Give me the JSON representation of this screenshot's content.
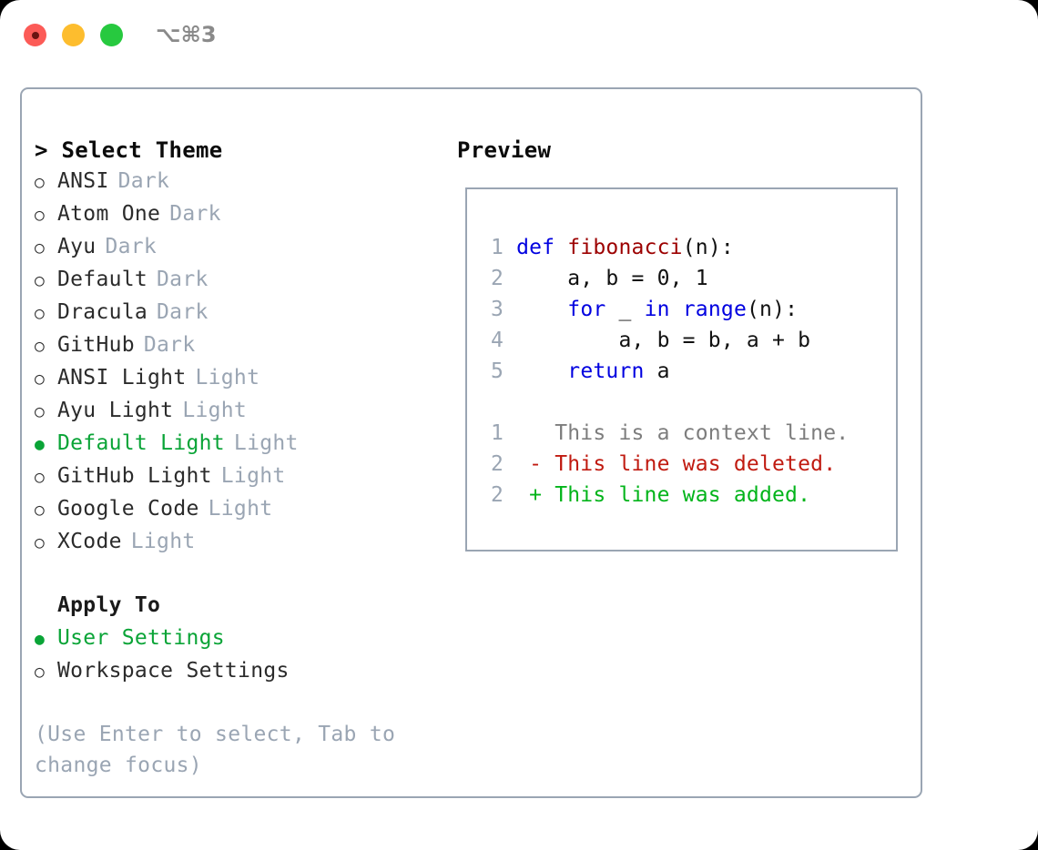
{
  "titlebar": {
    "shortcut": "⌥⌘3",
    "lights": [
      {
        "name": "close",
        "color": "#fc5b57"
      },
      {
        "name": "minimize",
        "color": "#fdbd2e"
      },
      {
        "name": "zoom",
        "color": "#27c93f"
      }
    ]
  },
  "theme_picker": {
    "header": "> Select Theme",
    "items": [
      {
        "bullet": "○",
        "label": "ANSI",
        "tag": "Dark",
        "selected": false
      },
      {
        "bullet": "○",
        "label": "Atom One",
        "tag": "Dark",
        "selected": false
      },
      {
        "bullet": "○",
        "label": "Ayu",
        "tag": "Dark",
        "selected": false
      },
      {
        "bullet": "○",
        "label": "Default",
        "tag": "Dark",
        "selected": false
      },
      {
        "bullet": "○",
        "label": "Dracula",
        "tag": "Dark",
        "selected": false
      },
      {
        "bullet": "○",
        "label": "GitHub",
        "tag": "Dark",
        "selected": false
      },
      {
        "bullet": "○",
        "label": "ANSI Light",
        "tag": "Light",
        "selected": false
      },
      {
        "bullet": "○",
        "label": "Ayu Light",
        "tag": "Light",
        "selected": false
      },
      {
        "bullet": "●",
        "label": "Default Light",
        "tag": "Light",
        "selected": true
      },
      {
        "bullet": "○",
        "label": "GitHub Light",
        "tag": "Light",
        "selected": false
      },
      {
        "bullet": "○",
        "label": "Google Code",
        "tag": "Light",
        "selected": false
      },
      {
        "bullet": "○",
        "label": "XCode",
        "tag": "Light",
        "selected": false
      }
    ]
  },
  "apply_to": {
    "header": "Apply To",
    "items": [
      {
        "bullet": "●",
        "label": "User Settings",
        "selected": true
      },
      {
        "bullet": "○",
        "label": "Workspace Settings",
        "selected": false
      }
    ]
  },
  "hint": "(Use Enter to select, Tab to change focus)",
  "preview": {
    "title": "Preview",
    "code_lines": [
      {
        "no": "1",
        "tokens": [
          {
            "t": "def",
            "c": "kw"
          },
          {
            "t": " ",
            "c": "pl"
          },
          {
            "t": "fibonacci",
            "c": "fn"
          },
          {
            "t": "(n):",
            "c": "pl"
          }
        ]
      },
      {
        "no": "2",
        "tokens": [
          {
            "t": "    a, b = 0, 1",
            "c": "pl"
          }
        ]
      },
      {
        "no": "3",
        "tokens": [
          {
            "t": "    ",
            "c": "pl"
          },
          {
            "t": "for",
            "c": "kw"
          },
          {
            "t": " _ ",
            "c": "pl"
          },
          {
            "t": "in",
            "c": "kw"
          },
          {
            "t": " ",
            "c": "pl"
          },
          {
            "t": "range",
            "c": "kw"
          },
          {
            "t": "(n):",
            "c": "pl"
          }
        ]
      },
      {
        "no": "4",
        "tokens": [
          {
            "t": "        a, b = b, a + b",
            "c": "pl"
          }
        ]
      },
      {
        "no": "5",
        "tokens": [
          {
            "t": "    ",
            "c": "pl"
          },
          {
            "t": "return",
            "c": "kw"
          },
          {
            "t": " a",
            "c": "pl"
          }
        ]
      }
    ],
    "diff_lines": [
      {
        "no": "1",
        "marker": " ",
        "text": "  This is a context line.",
        "kind": "diff-ctx"
      },
      {
        "no": "2",
        "marker": "-",
        "text": "- This line was deleted.",
        "kind": "diff-del"
      },
      {
        "no": "2",
        "marker": "+",
        "text": "+ This line was added.",
        "kind": "diff-add"
      }
    ]
  },
  "colors": {
    "accent_green": "#0aa437",
    "muted": "#9aa5b3",
    "keyword_blue": "#0000e0",
    "function_red": "#9c0000",
    "diff_added": "#02b41a",
    "diff_deleted": "#c01a10",
    "border": "#9aa5b3"
  }
}
